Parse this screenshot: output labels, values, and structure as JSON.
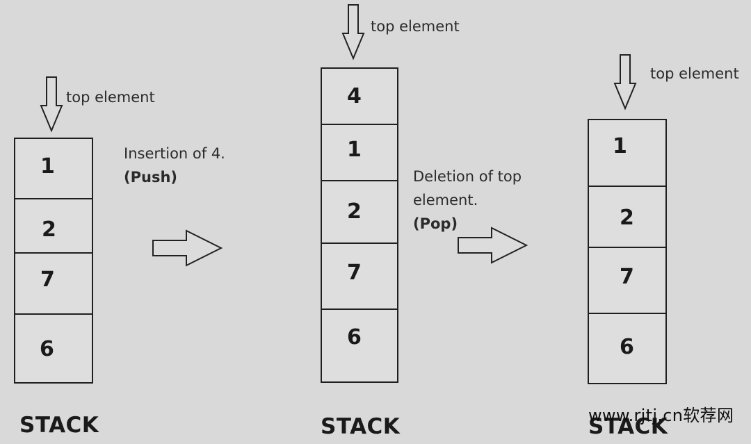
{
  "stacks": [
    {
      "top_label": "top element",
      "values": [
        "1",
        "2",
        "7",
        "6"
      ],
      "title": "STACK"
    },
    {
      "top_label": "top element",
      "values": [
        "4",
        "1",
        "2",
        "7",
        "6"
      ],
      "title": "STACK"
    },
    {
      "top_label": "top element",
      "values": [
        "1",
        "2",
        "7",
        "6"
      ],
      "title": "STACK"
    }
  ],
  "operations": [
    {
      "lines": [
        "Insertion of 4."
      ],
      "bold": "(Push)"
    },
    {
      "lines": [
        "Deletion of top",
        "element."
      ],
      "bold": "(Pop)"
    }
  ],
  "watermark": "www.rjtj.cn软荐网"
}
